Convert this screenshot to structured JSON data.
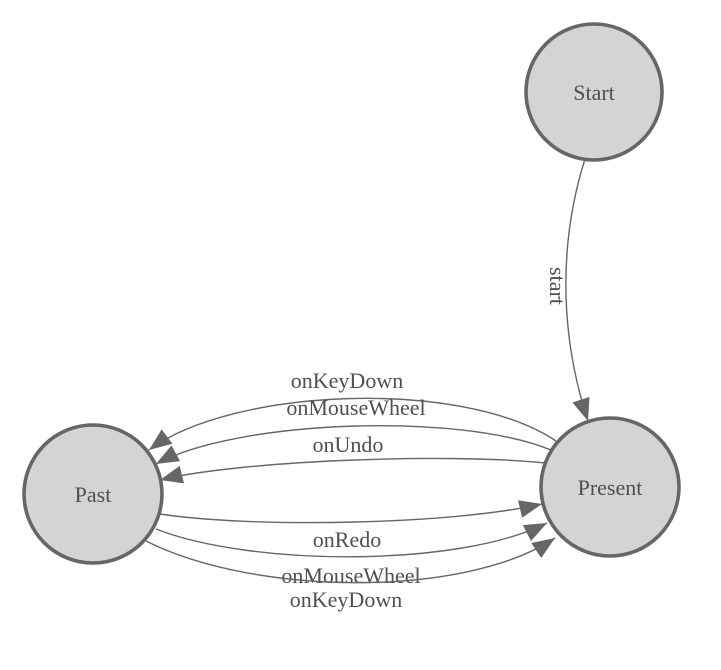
{
  "diagram": {
    "type": "state-machine",
    "colors": {
      "background": "#ffffff",
      "node_fill": "#d4d4d4",
      "node_stroke": "#666666",
      "edge": "#666666",
      "text": "#4f4f4f"
    },
    "nodes": [
      {
        "id": "Start",
        "label": "Start"
      },
      {
        "id": "Present",
        "label": "Present"
      },
      {
        "id": "Past",
        "label": "Past"
      }
    ],
    "edges": [
      {
        "from": "Start",
        "to": "Present",
        "label": "start"
      },
      {
        "from": "Present",
        "to": "Past",
        "label": "onKeyDown"
      },
      {
        "from": "Present",
        "to": "Past",
        "label": "onMouseWheel"
      },
      {
        "from": "Present",
        "to": "Past",
        "label": "onUndo"
      },
      {
        "from": "Past",
        "to": "Present",
        "label": "onRedo"
      },
      {
        "from": "Past",
        "to": "Present",
        "label": "onMouseWheel"
      },
      {
        "from": "Past",
        "to": "Present",
        "label": "onKeyDown"
      }
    ]
  }
}
